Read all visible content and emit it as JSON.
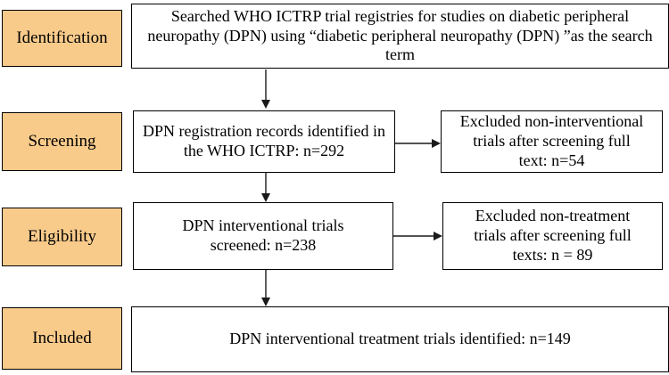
{
  "stages": {
    "identification": "Identification",
    "screening": "Screening",
    "eligibility": "Eligibility",
    "included": "Included"
  },
  "boxes": {
    "search": "Searched WHO ICTRP trial registries for studies on diabetic peripheral neuropathy (DPN) using “diabetic peripheral neuropathy (DPN) ”as the search term",
    "records": "DPN registration records identified in the WHO ICTRP: n=292",
    "excluded_non_interventional": "Excluded  non-interventional trials after screening full text: n=54",
    "interventional_screened": "DPN interventional trials screened: n=238",
    "excluded_non_treatment": "Excluded  non-treatment trials after screening full texts: n = 89",
    "included_trials": "DPN interventional treatment trials identified: n=149"
  },
  "colors": {
    "stage_fill": "#f9cb8b",
    "border": "#000000",
    "arrow": "#1a1a1a"
  }
}
